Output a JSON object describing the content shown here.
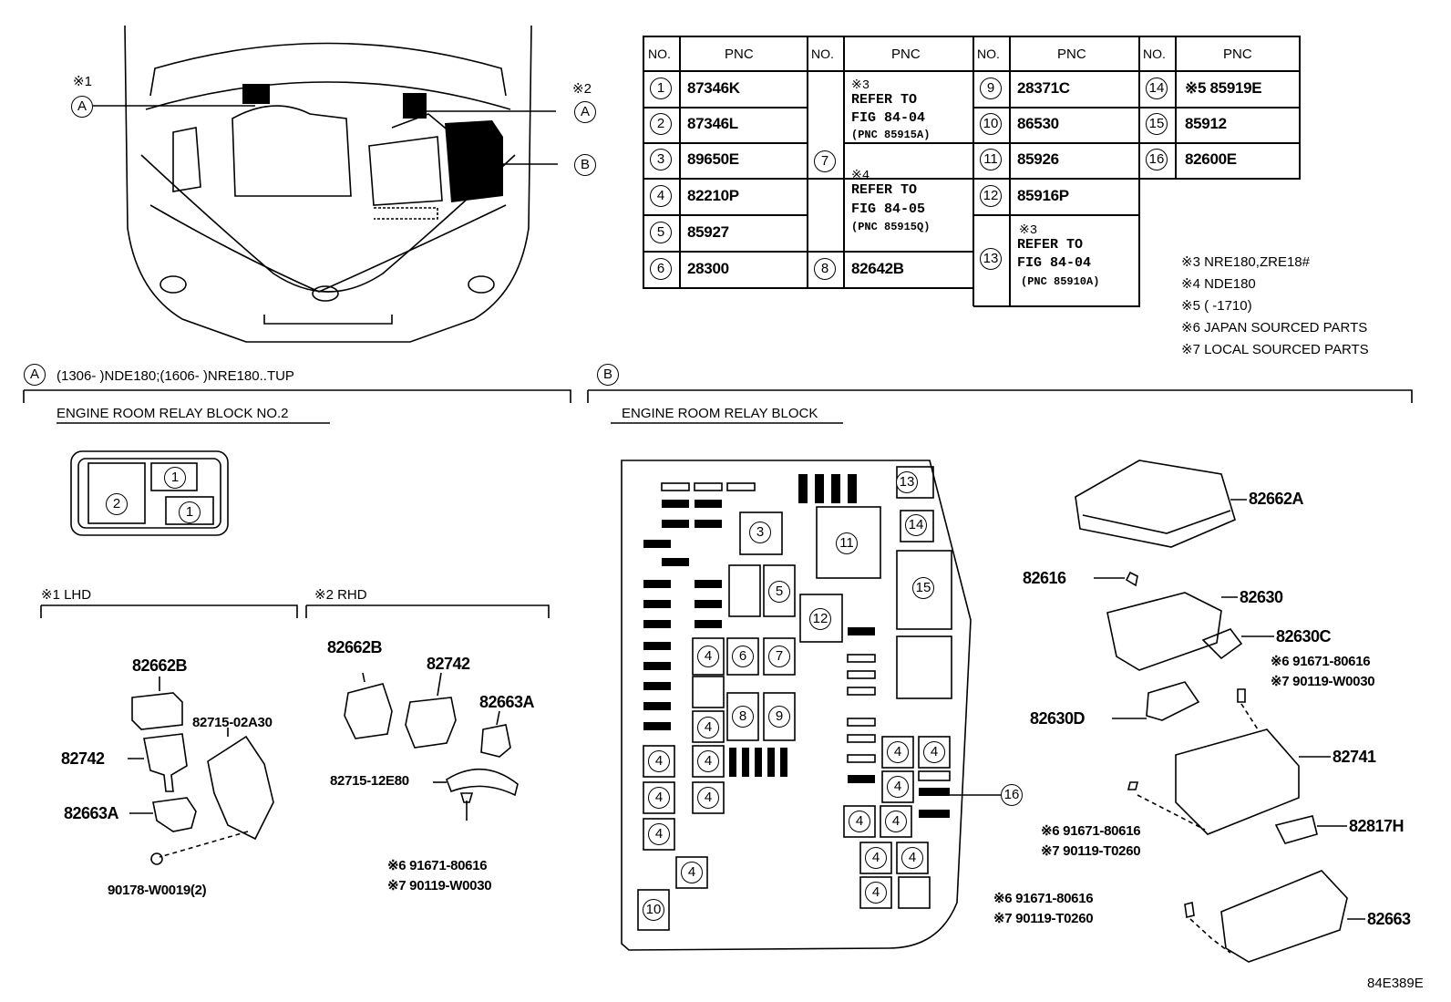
{
  "table": {
    "headers": [
      "NO.",
      "PNC"
    ],
    "col1": [
      {
        "no": "1",
        "pnc": "87346K"
      },
      {
        "no": "2",
        "pnc": "87346L"
      },
      {
        "no": "3",
        "pnc": "89650E"
      },
      {
        "no": "4",
        "pnc": "82210P"
      },
      {
        "no": "5",
        "pnc": "85927"
      },
      {
        "no": "6",
        "pnc": "28300"
      }
    ],
    "col2": [
      {
        "no": "7",
        "note_a": "※3",
        "ref_a": "REFER TO",
        "fig_a": "FIG 84-04",
        "pnc_a": "(PNC 85915A)",
        "note_b": "※4",
        "ref_b": "REFER TO",
        "fig_b": "FIG 84-05",
        "pnc_b": "(PNC 85915Q)"
      },
      {
        "no": "8",
        "pnc": "82642B"
      }
    ],
    "col3": [
      {
        "no": "9",
        "pnc": "28371C"
      },
      {
        "no": "10",
        "pnc": "86530"
      },
      {
        "no": "11",
        "pnc": "85926"
      },
      {
        "no": "12",
        "pnc": "85916P"
      },
      {
        "no": "13",
        "note": "※3",
        "ref": "REFER TO",
        "fig": "FIG 84-04",
        "pnc": "(PNC 85910A)"
      }
    ],
    "col4": [
      {
        "no": "14",
        "pnc": "※5 85919E"
      },
      {
        "no": "15",
        "pnc": "85912"
      },
      {
        "no": "16",
        "pnc": "82600E"
      }
    ]
  },
  "notes": [
    "※3 NRE180,ZRE18#",
    "※4 NDE180",
    "※5 (       -1710)",
    "※6 JAPAN SOURCED PARTS",
    "※7 LOCAL SOURCED PARTS"
  ],
  "car": {
    "mark1": "※1",
    "mark2": "※2",
    "callout_a": "A",
    "callout_b": "B"
  },
  "section_a": {
    "letter": "A",
    "condition": "(1306-      )NDE180;(1606-      )NRE180..TUP",
    "title": "ENGINE ROOM RELAY BLOCK NO.2",
    "lhd": "※1 LHD",
    "rhd": "※2 RHD",
    "lhd_parts": [
      "82662B",
      "82742",
      "82663A",
      "82715-02A30",
      "90178-W0019(2)"
    ],
    "rhd_parts": [
      "82662B",
      "82742",
      "82663A",
      "82715-12E80",
      "※6 91671-80616",
      "※7 90119-W0030"
    ]
  },
  "section_b": {
    "letter": "B",
    "title": "ENGINE ROOM RELAY BLOCK",
    "parts": [
      "82662A",
      "82616",
      "82630",
      "82630C",
      "※6 91671-80616",
      "※7 90119-W0030",
      "82630D",
      "82741",
      "※6 91671-80616",
      "※7 90119-T0260",
      "82817H",
      "※6 91671-80616",
      "※7 90119-T0260",
      "82663"
    ]
  },
  "figure_id": "84E389E"
}
